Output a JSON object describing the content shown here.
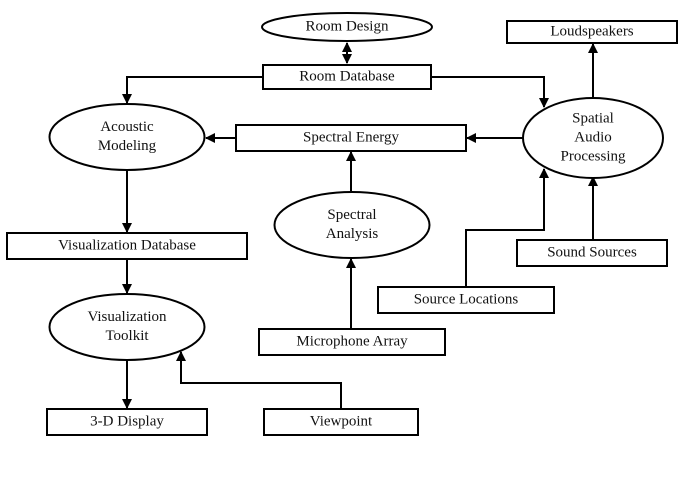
{
  "diagram": {
    "type": "flowchart",
    "nodes": [
      {
        "id": "room_design",
        "shape": "ellipse",
        "lines": [
          "Room Design"
        ]
      },
      {
        "id": "room_database",
        "shape": "rect",
        "lines": [
          "Room Database"
        ]
      },
      {
        "id": "loudspeakers",
        "shape": "rect",
        "lines": [
          "Loudspeakers"
        ]
      },
      {
        "id": "acoustic_modeling",
        "shape": "ellipse",
        "lines": [
          "Acoustic",
          "Modeling"
        ]
      },
      {
        "id": "spectral_energy",
        "shape": "rect",
        "lines": [
          "Spectral Energy"
        ]
      },
      {
        "id": "spatial_audio",
        "shape": "ellipse",
        "lines": [
          "Spatial",
          "Audio",
          "Processing"
        ]
      },
      {
        "id": "spectral_analysis",
        "shape": "ellipse",
        "lines": [
          "Spectral",
          "Analysis"
        ]
      },
      {
        "id": "visualization_database",
        "shape": "rect",
        "lines": [
          "Visualization Database"
        ]
      },
      {
        "id": "sound_sources",
        "shape": "rect",
        "lines": [
          "Sound Sources"
        ]
      },
      {
        "id": "source_locations",
        "shape": "rect",
        "lines": [
          "Source Locations"
        ]
      },
      {
        "id": "visualization_toolkit",
        "shape": "ellipse",
        "lines": [
          "Visualization",
          "Toolkit"
        ]
      },
      {
        "id": "microphone_array",
        "shape": "rect",
        "lines": [
          "Microphone Array"
        ]
      },
      {
        "id": "display_3d",
        "shape": "rect",
        "lines": [
          "3-D Display"
        ]
      },
      {
        "id": "viewpoint",
        "shape": "rect",
        "lines": [
          "Viewpoint"
        ]
      }
    ],
    "edges": [
      {
        "from": "room_design",
        "to": "room_database",
        "bidirectional": true
      },
      {
        "from": "room_database",
        "to": "acoustic_modeling"
      },
      {
        "from": "room_database",
        "to": "spatial_audio"
      },
      {
        "from": "spatial_audio",
        "to": "loudspeakers"
      },
      {
        "from": "spatial_audio",
        "to": "spectral_energy"
      },
      {
        "from": "spectral_energy",
        "to": "acoustic_modeling"
      },
      {
        "from": "spectral_analysis",
        "to": "spectral_energy"
      },
      {
        "from": "microphone_array",
        "to": "spectral_analysis"
      },
      {
        "from": "source_locations",
        "to": "spatial_audio"
      },
      {
        "from": "sound_sources",
        "to": "spatial_audio"
      },
      {
        "from": "acoustic_modeling",
        "to": "visualization_database"
      },
      {
        "from": "visualization_database",
        "to": "visualization_toolkit"
      },
      {
        "from": "visualization_toolkit",
        "to": "display_3d"
      },
      {
        "from": "viewpoint",
        "to": "visualization_toolkit"
      }
    ]
  }
}
